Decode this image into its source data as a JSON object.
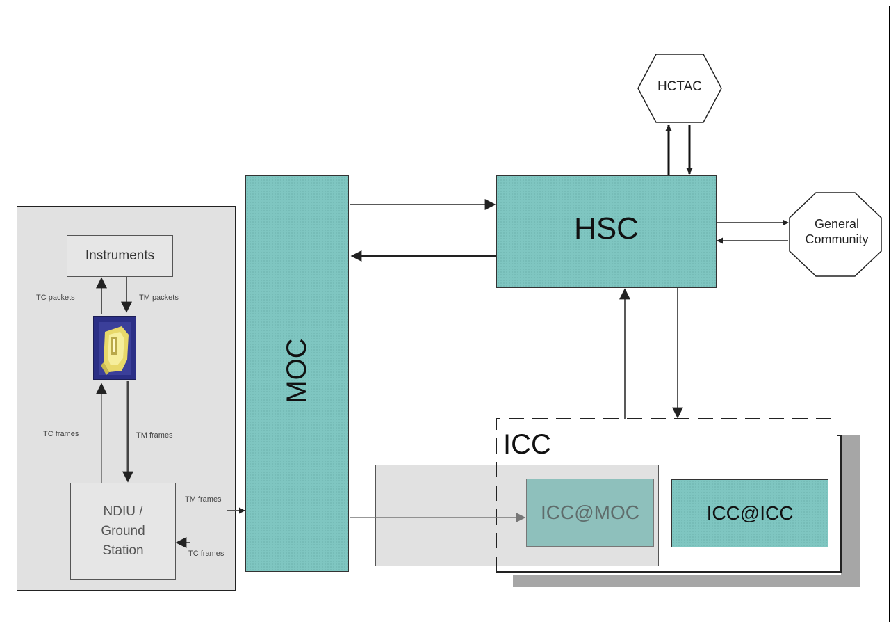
{
  "nodes": {
    "hctac": "HCTAC",
    "hsc": "HSC",
    "general_community": "General Community",
    "moc": "MOC",
    "instruments": "Instruments",
    "ndiu_ground_station": "NDIU / Ground Station",
    "icc": "ICC",
    "icc_at_moc": "ICC@MOC",
    "icc_at_icc": "ICC@ICC"
  },
  "edge_labels": {
    "tc_packets": "TC packets",
    "tm_packets": "TM packets",
    "tc_frames": "TC frames",
    "tm_frames": "TM frames",
    "tm_frames_out": "TM frames",
    "tc_frames_in": "TC frames"
  },
  "colors": {
    "teal_fill": "#7fc6c1",
    "grey_fill": "#e1e1e1",
    "shadow": "#a6a6a6",
    "line": "#222222"
  }
}
